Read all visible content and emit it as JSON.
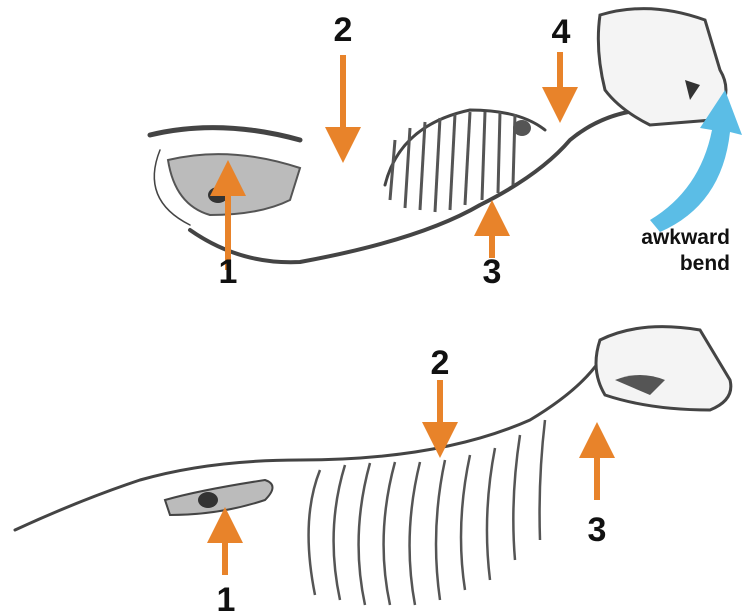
{
  "top_figure": {
    "labels": {
      "l1": "1",
      "l2": "2",
      "l3": "3",
      "l4": "4"
    },
    "annotation": {
      "line1": "awkward",
      "line2": "bend"
    }
  },
  "bottom_figure": {
    "labels": {
      "l1": "1",
      "l2": "2",
      "l3": "3"
    }
  },
  "colors": {
    "arrow": "#e8832a",
    "bend_arrow": "#5bbde6",
    "sketch": "#444444"
  }
}
